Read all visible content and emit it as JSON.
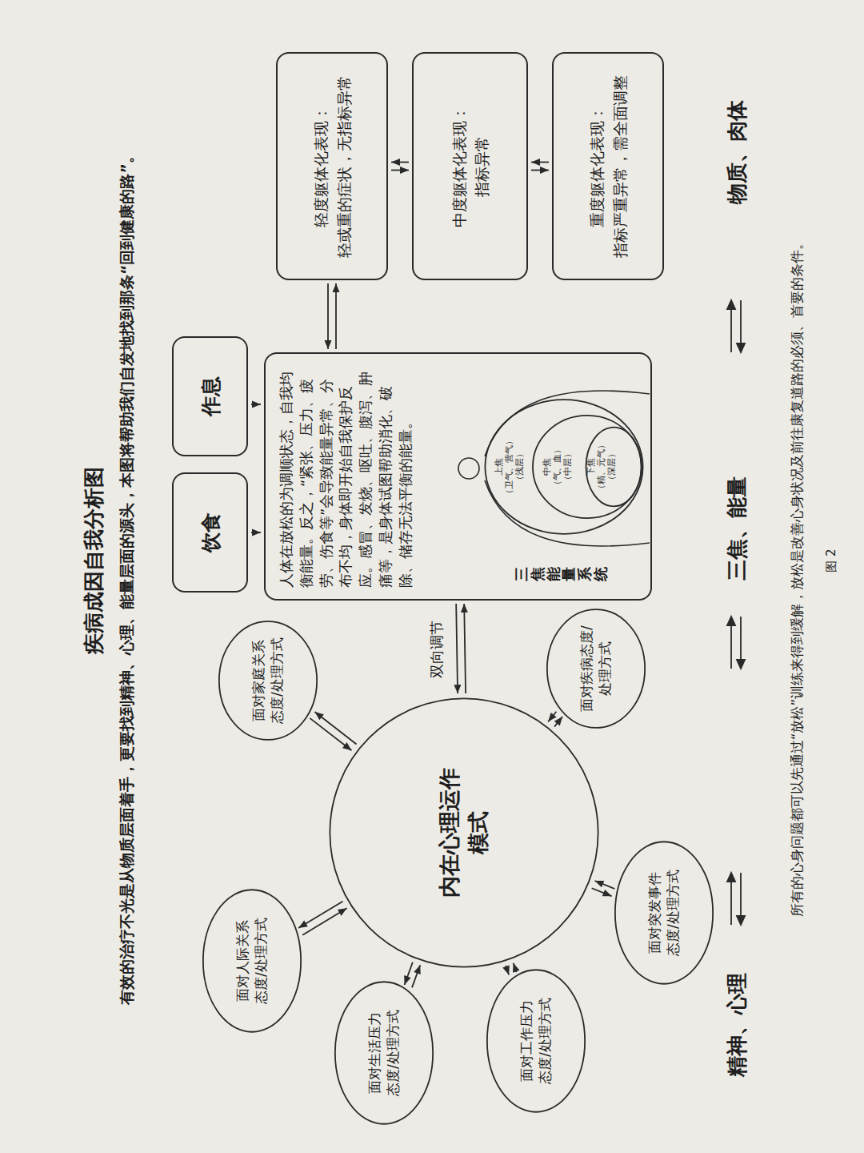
{
  "diagram": {
    "title": "疾病成因自我分析图",
    "caption": "所有的心身问题都可以先通过“放松”训练来得到缓解，放松是改善心身状况及前往康复道路的必须、首要的条件。",
    "nodes": [
      {
        "text": [
          "内在心理运作模式"
        ]
      },
      {
        "text": [
          "面对家庭关系态度/处理方式"
        ]
      },
      {
        "text": [
          "面对人际关系态度/处理方式"
        ]
      },
      {
        "text": [
          "面对生活压力态度/处理方式"
        ]
      },
      {
        "text": [
          "面对工作压力态度/处理方式"
        ]
      },
      {
        "text": [
          "面对突发事件态度/处理方式"
        ]
      },
      {
        "text": [
          "面对疾病态度/处理方式"
        ]
      },
      {
        "text": [
          "饮食"
        ]
      },
      {
        "text": [
          "作息"
        ]
      },
      {
        "text": [
          "人体在放松的为调顺状态，自我均衡能量。反之，“紧张、压力、疲劳、伤食等”会导致能量异常、分布不均，身体即开始自我保护反应。感冒、发烧、呕吐、腹泻、肿痛等，是身体试图帮助消化、破除、储存无法平衡的能量。",
          "三焦能量系统"
        ]
      },
      {
        "text": [
          "上焦",
          "（卫气、营气）",
          "（浅层）"
        ],
        "in": 9
      },
      {
        "text": [
          "中焦",
          "（气、血）",
          "（中层）"
        ],
        "in": 10
      },
      {
        "text": [
          "下焦",
          "（精、元气）",
          "（深层）"
        ],
        "in": 11
      },
      {
        "text": [
          "轻度躯体化表现：",
          "轻或重的症状，无指标异常"
        ]
      },
      {
        "text": [
          "中度躯体化表现：",
          "指标异常"
        ]
      },
      {
        "text": [
          "重度躯体化表现：",
          "指标严重异常，需全面调整"
        ]
      }
    ],
    "edges": [
      {
        "from": 1,
        "to": 0,
        "arrow": "both"
      },
      {
        "from": 2,
        "to": 0,
        "arrow": "both"
      },
      {
        "from": 3,
        "to": 0,
        "arrow": "both"
      },
      {
        "from": 4,
        "to": 0,
        "arrow": "both"
      },
      {
        "from": 5,
        "to": 0,
        "arrow": "both"
      },
      {
        "from": 6,
        "to": 0,
        "arrow": "both"
      },
      {
        "from": 0,
        "to": 9,
        "label": "双向调节",
        "arrow": "both"
      },
      {
        "from": 7,
        "to": 9,
        "arrow": "to"
      },
      {
        "from": 8,
        "to": 9,
        "arrow": "to"
      },
      {
        "from": 9,
        "to": 13,
        "arrow": "both"
      },
      {
        "from": 13,
        "to": 14,
        "arrow": "both"
      },
      {
        "from": 14,
        "to": 15,
        "arrow": "both"
      }
    ],
    "labels": [
      "有效的治疗不光是从物质层面着手，更要找到精神、心理、能量层面的源头，本图将帮助我们自发地找到那条“回到健康的路”。",
      "精神、心理",
      "三焦、能量",
      "物质、肉体",
      "图 2"
    ]
  }
}
